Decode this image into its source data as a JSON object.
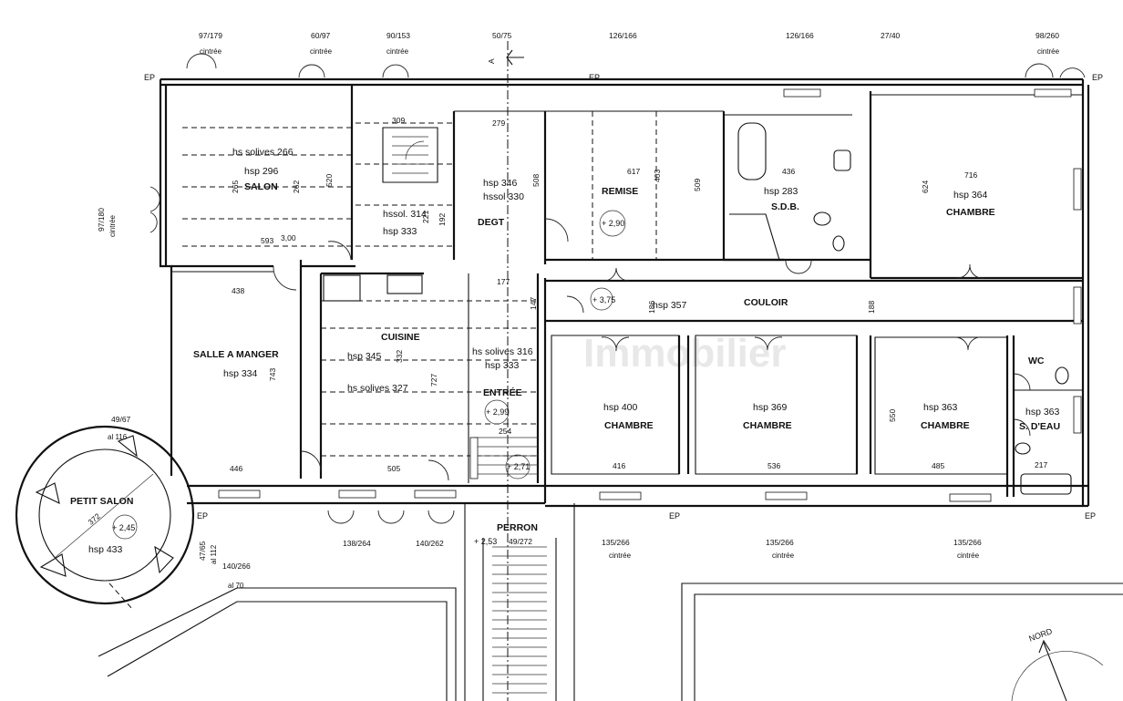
{
  "rooms": [
    {
      "id": "salon",
      "name": "SALON",
      "hsp": "hsp 296"
    },
    {
      "id": "remise",
      "name": "REMISE",
      "hsp": ""
    },
    {
      "id": "degt",
      "name": "DEGT",
      "hsp": "hsp 346"
    },
    {
      "id": "sdb",
      "name": "S.D.B.",
      "hsp": "hsp 283"
    },
    {
      "id": "chambre1",
      "name": "CHAMBRE",
      "hsp": "hsp 364"
    },
    {
      "id": "couloir",
      "name": "COULOIR",
      "hsp": "hsp 357"
    },
    {
      "id": "salle-a-manger",
      "name": "SALLE A MANGER",
      "hsp": "hsp 334"
    },
    {
      "id": "cuisine",
      "name": "CUISINE",
      "hsp": "hsp 345"
    },
    {
      "id": "entree",
      "name": "ENTRÉE",
      "hsp": "hsp 333"
    },
    {
      "id": "chambre2",
      "name": "CHAMBRE",
      "hsp": "hsp 400"
    },
    {
      "id": "chambre3",
      "name": "CHAMBRE",
      "hsp": "hsp 369"
    },
    {
      "id": "chambre4",
      "name": "CHAMBRE",
      "hsp": "hsp 363"
    },
    {
      "id": "wc",
      "name": "WC",
      "hsp": ""
    },
    {
      "id": "sdeau",
      "name": "S. D'EAU",
      "hsp": "hsp 363"
    },
    {
      "id": "petit-salon",
      "name": "PETIT SALON",
      "hsp": "hsp 433"
    },
    {
      "id": "perron",
      "name": "PERRON",
      "hsp": ""
    }
  ],
  "notes": {
    "salon_solives": "hs solives 266",
    "stair_hssol": "hssol. 314",
    "stair_hsp": "hsp 333",
    "degt_hssol": "hssol 330",
    "entree_solives": "hs solives 316",
    "cuisine_solives": "hs solives 327"
  },
  "windows_top": [
    {
      "size": "97/179",
      "sub": "cintrée"
    },
    {
      "size": "60/97",
      "sub": "cintrée"
    },
    {
      "size": "90/153",
      "sub": "cintrée"
    },
    {
      "size": "50/75",
      "sub": ""
    },
    {
      "size": "126/166",
      "sub": ""
    },
    {
      "size": "126/166",
      "sub": ""
    },
    {
      "size": "27/40",
      "sub": ""
    },
    {
      "size": "98/260",
      "sub": "cintrée"
    }
  ],
  "windows_bottom": [
    {
      "size": "138/264",
      "sub": ""
    },
    {
      "size": "140/262",
      "sub": ""
    },
    {
      "size": "135/266",
      "sub": "cintrée"
    },
    {
      "size": "135/266",
      "sub": "cintrée"
    },
    {
      "size": "135/266",
      "sub": "cintrée"
    }
  ],
  "windows_side": [
    {
      "size": "97/180",
      "sub": "cintrée"
    },
    {
      "size": "49/67",
      "sub": "al 116"
    },
    {
      "size": "47/65",
      "sub": "al 112"
    },
    {
      "size": "140/266",
      "sub": "al 70"
    }
  ],
  "ep_labels": [
    "EP",
    "EP",
    "EP",
    "EP",
    "EP",
    "EP"
  ],
  "section_marker": "A",
  "dimensions": [
    "309",
    "279",
    "617",
    "509",
    "436",
    "716",
    "624",
    "520",
    "265",
    "262",
    "221",
    "192",
    "508",
    "593",
    "3,00",
    "438",
    "743",
    "446",
    "505",
    "727",
    "332",
    "147",
    "177",
    "186",
    "188",
    "416",
    "536",
    "485",
    "550",
    "217",
    "254",
    "372",
    "403",
    "2,90",
    "3,75",
    "2,99",
    "2,71",
    "2,45",
    "2,53",
    "49/272"
  ],
  "levels": [
    "+ 2,90",
    "+ 3,75",
    "+ 2,99",
    "+ 2,71",
    "+ 2,45",
    "+ 2,53"
  ],
  "compass": "NORD",
  "watermark": "Immobilier"
}
